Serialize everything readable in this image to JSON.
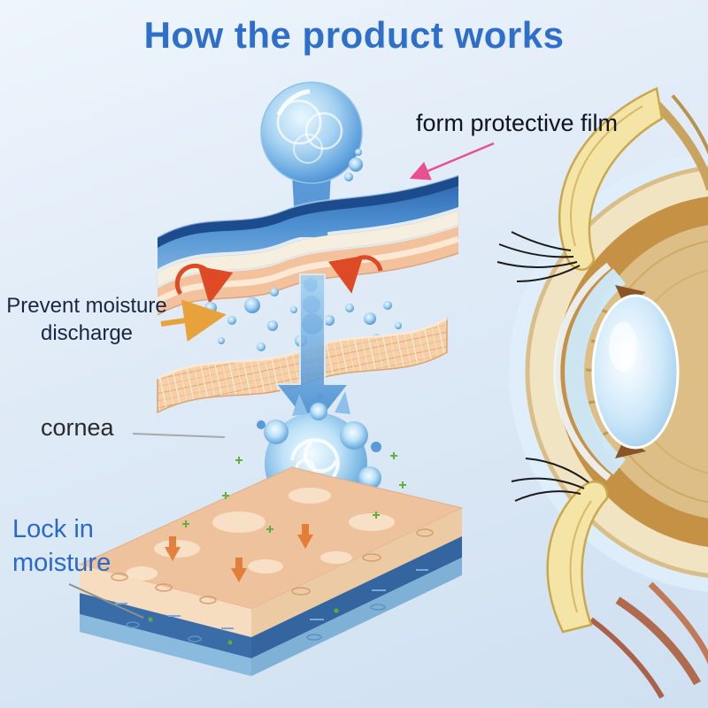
{
  "title": "How the product works",
  "annotations": {
    "protective_film": "form protective film",
    "prevent_moisture": {
      "line1": "Prevent moisture",
      "line2": "discharge"
    },
    "cornea": "cornea",
    "lock_moisture": {
      "line1": "Lock in",
      "line2": "moisture"
    }
  },
  "colors": {
    "title_blue": "#2e6fc9",
    "label_dark": "#1b2644",
    "lock_blue": "#2a69c8",
    "film_pointer_pink": "#ea4f8f",
    "discharge_pointer_orange": "#e8a23c",
    "background_light_blue": "#dce9f6"
  },
  "illustration_parts": [
    "water-droplet",
    "protective-film-layer",
    "skin-layer",
    "moisture-bubbles",
    "mesh-layer",
    "absorption-arrow",
    "splash-droplet",
    "skin-block",
    "eye-anatomy",
    "upper-eyelash",
    "lower-eyelash"
  ]
}
